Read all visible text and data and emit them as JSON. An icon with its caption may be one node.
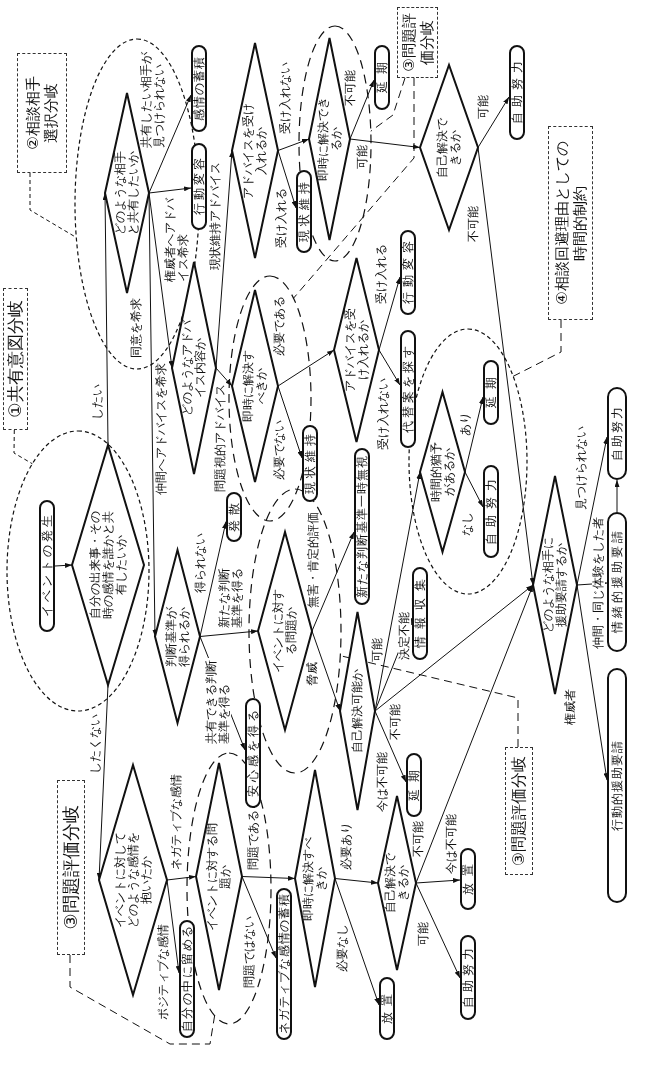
{
  "diagram": {
    "nodes": [
      {
        "text": [
          "①共有意図分岐"
        ]
      },
      {
        "text": [
          "②相談相手選択分岐"
        ]
      },
      {
        "text": [],
        "shape": "ellipse"
      },
      {
        "text": [
          "イベントの発生"
        ],
        "in": 2
      },
      {
        "text": [
          "自分の出来事・その時の感情を誰かと共有したいか"
        ],
        "in": 2
      },
      {
        "text": [],
        "shape": "ellipse"
      },
      {
        "text": [
          "どのような相手と共有したいか"
        ],
        "in": 5
      },
      {
        "text": [
          "③問題評価分岐"
        ]
      },
      {
        "text": [
          "イベントに対してどのような感情を抱いたか"
        ]
      },
      {
        "text": [
          "自分の中に留める"
        ]
      },
      {
        "text": [
          "判断基準が得られるか"
        ]
      },
      {
        "text": [
          "どのようなアドバイス内容か"
        ]
      },
      {
        "text": [
          "感情の蓄積"
        ]
      },
      {
        "text": [
          "行動変容"
        ]
      },
      {
        "text": [
          "安心感を得る"
        ]
      },
      {
        "text": [
          "発散"
        ]
      },
      {
        "text": [],
        "shape": "ellipse"
      },
      {
        "text": [
          "イベントに対する問題か"
        ],
        "in": 16
      },
      {
        "text": [],
        "shape": "ellipse"
      },
      {
        "text": [
          "即時に解決すべきか"
        ],
        "in": 18
      },
      {
        "text": [
          "アドバイスを受け入れるか"
        ]
      },
      {
        "text": [
          "ネガティブな感情の蓄積"
        ]
      },
      {
        "text": [],
        "shape": "ellipse"
      },
      {
        "text": [
          "イベントに対する問題か"
        ],
        "in": 22
      },
      {
        "text": [
          "現状維持"
        ]
      },
      {
        "text": [
          "現状維持"
        ]
      },
      {
        "text": [
          "即時に解決すべきか"
        ]
      },
      {
        "text": [],
        "shape": "ellipse"
      },
      {
        "text": [
          "即時に解決できるか"
        ],
        "in": 27
      },
      {
        "text": [
          "アドバイスを受け入れるか"
        ]
      },
      {
        "text": [
          "自己解決可能か"
        ]
      },
      {
        "text": [
          "新たな判断基準一時無視"
        ]
      },
      {
        "text": [
          "延期"
        ]
      },
      {
        "text": [
          "③問題評価分岐"
        ]
      },
      {
        "text": [
          "放置"
        ]
      },
      {
        "text": [
          "自己解決できるか"
        ]
      },
      {
        "text": [
          "延期"
        ]
      },
      {
        "text": [
          "行動変容"
        ]
      },
      {
        "text": [
          "代替案を探す"
        ]
      },
      {
        "text": [
          "情報収集"
        ]
      },
      {
        "text": [],
        "shape": "ellipse"
      },
      {
        "text": [
          "時間的猶予があるか"
        ],
        "in": 40
      },
      {
        "text": [
          "自己解決できるか"
        ]
      },
      {
        "text": [
          "放置"
        ]
      },
      {
        "text": [
          "自助努力"
        ]
      },
      {
        "text": [
          "延期"
        ],
        "in": 40
      },
      {
        "text": [
          "自助努力"
        ],
        "in": 40
      },
      {
        "text": [
          "自助努力"
        ]
      },
      {
        "text": [
          "③問題評価分岐"
        ]
      },
      {
        "text": [
          "どのような相手に援助要請するか"
        ]
      },
      {
        "text": [
          "④相談回避理由としての時間的制約"
        ]
      },
      {
        "text": [
          "行動的援助要請"
        ]
      },
      {
        "text": [
          "情緒的援助要請"
        ]
      },
      {
        "text": [
          "自助努力"
        ]
      }
    ],
    "edges": [
      {
        "from": 3,
        "to": 4,
        "arrow": "to"
      },
      {
        "from": 4,
        "to": 6,
        "arrow": "to",
        "label": "したい"
      },
      {
        "from": 4,
        "to": 8,
        "arrow": "to",
        "label": "したくない"
      },
      {
        "from": 6,
        "to": 12,
        "arrow": "to",
        "label": "共有したい相手が見つけられない"
      },
      {
        "from": 6,
        "to": 13,
        "arrow": "to",
        "label": "権威者へアドバイス希求"
      },
      {
        "from": 6,
        "to": 11,
        "arrow": "to",
        "label": "仲間へアドバイスを希求"
      },
      {
        "from": 6,
        "to": 10,
        "arrow": "to",
        "label": "同意を希求"
      },
      {
        "from": 11,
        "to": 20,
        "arrow": "to",
        "label": "現状維持アドバイス"
      },
      {
        "from": 11,
        "to": 19,
        "arrow": "to",
        "label": "問題視的アドバイス"
      },
      {
        "from": 19,
        "to": 24,
        "arrow": "to",
        "label": "必要でない"
      },
      {
        "from": 19,
        "to": 29,
        "arrow": "to",
        "label": "必要である"
      },
      {
        "from": 20,
        "to": 25,
        "arrow": "to",
        "label": "受け入れる"
      },
      {
        "from": 20,
        "to": 28,
        "arrow": "to",
        "label": "受け入れない"
      },
      {
        "from": 28,
        "to": 32,
        "arrow": "to",
        "label": "不可能"
      },
      {
        "from": 28,
        "to": 42,
        "arrow": "to",
        "label": "可能"
      },
      {
        "from": 42,
        "to": 47,
        "arrow": "to",
        "label": "可能"
      },
      {
        "from": 42,
        "to": 49,
        "arrow": "to",
        "label": "不可能"
      },
      {
        "from": 29,
        "to": 37,
        "arrow": "to",
        "label": "受け入れる"
      },
      {
        "from": 29,
        "to": 38,
        "arrow": "to",
        "label": "受け入れない"
      },
      {
        "from": 8,
        "to": 9,
        "arrow": "to",
        "label": "ポジティブな感情"
      },
      {
        "from": 8,
        "to": 17,
        "arrow": "to",
        "label": "ネガティブな感情"
      },
      {
        "from": 10,
        "to": 15,
        "arrow": "to",
        "label": "得られない"
      },
      {
        "from": 10,
        "to": 23,
        "arrow": "to",
        "label": "新たな判断基準を得る"
      },
      {
        "from": 10,
        "to": 14,
        "arrow": "to",
        "label": "共有できる判断基準を得る"
      },
      {
        "from": 23,
        "to": 31,
        "arrow": "to",
        "label": "無害・肯定的評価"
      },
      {
        "from": 23,
        "to": 30,
        "arrow": "to",
        "label": "脅威"
      },
      {
        "from": 17,
        "to": 26,
        "arrow": "to",
        "label": "問題である"
      },
      {
        "from": 17,
        "to": 21,
        "arrow": "to",
        "label": "問題ではない"
      },
      {
        "from": 26,
        "to": 35,
        "arrow": "to",
        "label": "必要あり"
      },
      {
        "from": 26,
        "to": 34,
        "arrow": "to",
        "label": "必要なし"
      },
      {
        "from": 35,
        "to": 43,
        "arrow": "to",
        "label": "今は不可能"
      },
      {
        "from": 35,
        "to": 44,
        "arrow": "to",
        "label": "可能"
      },
      {
        "from": 35,
        "to": 49,
        "arrow": "to",
        "label": "不可能"
      },
      {
        "from": 30,
        "to": 41,
        "arrow": "to",
        "label": "可能"
      },
      {
        "from": 30,
        "to": 39,
        "arrow": "to",
        "label": "決定不能"
      },
      {
        "from": 30,
        "to": 36,
        "arrow": "to",
        "label": "今は不可能"
      },
      {
        "from": 30,
        "to": 49,
        "arrow": "to",
        "label": "不可能"
      },
      {
        "from": 41,
        "to": 45,
        "arrow": "to",
        "label": "あり"
      },
      {
        "from": 41,
        "to": 46,
        "arrow": "to",
        "label": "なし"
      },
      {
        "from": 49,
        "to": 53,
        "arrow": "to",
        "label": "見つけられない"
      },
      {
        "from": 49,
        "to": 52,
        "arrow": "to",
        "label": "仲間・同じ体験をした者"
      },
      {
        "from": 49,
        "to": 51,
        "arrow": "to",
        "label": "権威者"
      },
      {
        "from": 52,
        "to": 53,
        "arrow": "to"
      },
      {
        "from": 0,
        "to": 2,
        "arrow": "none",
        "style": "dashed"
      },
      {
        "from": 1,
        "to": 5,
        "arrow": "none",
        "style": "dashed"
      },
      {
        "from": 7,
        "to": 16,
        "arrow": "none",
        "style": "dashed"
      },
      {
        "from": 33,
        "to": 27,
        "arrow": "none",
        "style": "dashed"
      },
      {
        "from": 33,
        "to": 18,
        "arrow": "none",
        "style": "dashed"
      },
      {
        "from": 48,
        "to": 22,
        "arrow": "none",
        "style": "dashed"
      },
      {
        "from": 50,
        "to": 40,
        "arrow": "none",
        "style": "dashed"
      }
    ]
  }
}
